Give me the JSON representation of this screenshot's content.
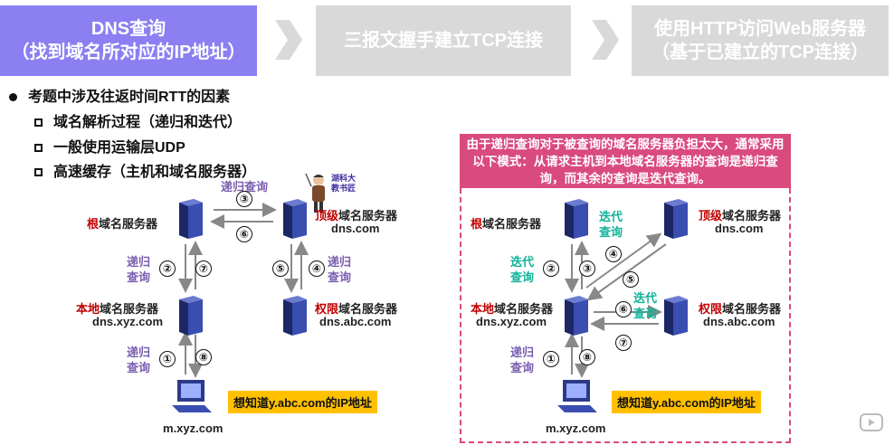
{
  "steps": [
    {
      "line1": "DNS查询",
      "line2": "（找到域名所对应的IP地址）"
    },
    {
      "line1": "三报文握手建立TCP连接",
      "line2": ""
    },
    {
      "line1": "使用HTTP访问Web服务器",
      "line2": "（基于已建立的TCP连接）"
    }
  ],
  "bullets": {
    "main": "考题中涉及往返时间RTT的因素",
    "items": [
      "域名解析过程（递归和迭代）",
      "一般使用运输层UDP",
      "高速缓存（主机和域名服务器）"
    ]
  },
  "teacher": {
    "line1": "湖科大",
    "line2": "教书匠"
  },
  "left_diagram": {
    "root_red": "根",
    "root_rest": "域名服务器",
    "top_red": "顶级",
    "top_rest": "域名服务器",
    "top_domain": "dns.com",
    "local_red": "本地",
    "local_rest": "域名服务器",
    "local_domain": "dns.xyz.com",
    "auth_red": "权限",
    "auth_rest": "域名服务器",
    "auth_domain": "dns.abc.com",
    "host": "m.xyz.com",
    "query_label": "想知道y.abc.com的IP地址",
    "recursive_top": "递归查询",
    "recursive_a1": "递归",
    "recursive_a2": "查询",
    "nums": [
      "①",
      "②",
      "③",
      "④",
      "⑤",
      "⑥",
      "⑦",
      "⑧"
    ]
  },
  "right_diagram": {
    "note": "由于递归查询对于被查询的域名服务器负担太大，通常采用以下模式：从请求主机到本地域名服务器的查询是递归查询，而其余的查询是迭代查询。",
    "root_red": "根",
    "root_rest": "域名服务器",
    "top_red": "顶级",
    "top_rest": "域名服务器",
    "top_domain": "dns.com",
    "local_red": "本地",
    "local_rest": "域名服务器",
    "local_domain": "dns.xyz.com",
    "auth_red": "权限",
    "auth_rest": "域名服务器",
    "auth_domain": "dns.abc.com",
    "host": "m.xyz.com",
    "query_label": "想知道y.abc.com的IP地址",
    "iter_a1": "迭代",
    "iter_a2": "查询",
    "recursive_a1": "递归",
    "recursive_a2": "查询",
    "nums": [
      "①",
      "②",
      "③",
      "④",
      "⑤",
      "⑥",
      "⑦",
      "⑧"
    ]
  }
}
